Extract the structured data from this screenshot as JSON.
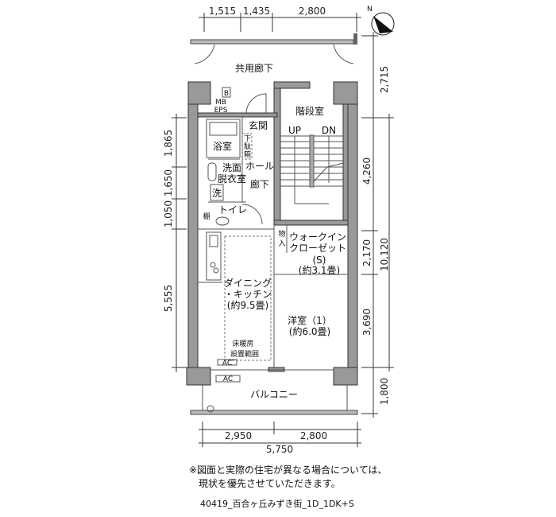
{
  "dimensions": {
    "top": [
      "1,515",
      "1,435",
      "2,800"
    ],
    "left": [
      "1,865",
      "1,650",
      "1,050",
      "5,555"
    ],
    "right_inner": [
      "2,715",
      "4,260",
      "2,170",
      "3,690",
      "1,800"
    ],
    "right_outer": "10,120",
    "bottom": [
      "2,950",
      "2,800"
    ],
    "bottom_total": "5,750"
  },
  "rooms": {
    "corridor": "共用廊下",
    "stairs": "階段室",
    "up": "UP",
    "dn": "DN",
    "b": "B",
    "mb": "MB",
    "eps": "EPS",
    "entrance": "玄関",
    "hall": "ホール",
    "shoe1": "下",
    "shoe2": "駄",
    "shoe3": "箱",
    "bath": "浴室",
    "washroom1": "洗面",
    "washroom2": "脱衣室",
    "washer": "洗",
    "hallway": "廊下",
    "toilet": "トイレ",
    "shelf": "棚",
    "storage1": "物",
    "storage2": "入",
    "wic1": "ウォークイン",
    "wic2": "クローゼット",
    "wic3": "(S)",
    "wic4": "(約3.1畳)",
    "dk1": "ダイニング",
    "dk2": "・キッチン",
    "dk3": "(約9.5畳)",
    "floorheat1": "床暖房",
    "floorheat2": "設置範囲",
    "western1": "洋室（1）",
    "western2": "(約6.0畳)",
    "ac1": "AC",
    "ac2": "AC",
    "balcony": "バルコニー"
  },
  "compass": {
    "label": "N",
    "icon": "north-arrow-icon"
  },
  "notes": {
    "line1": "※図面と実際の住宅が異なる場合については、",
    "line2": "現状を優先させていただきます。",
    "plan_id": "40419_百合ヶ丘みずき街_1D_1DK+S"
  }
}
